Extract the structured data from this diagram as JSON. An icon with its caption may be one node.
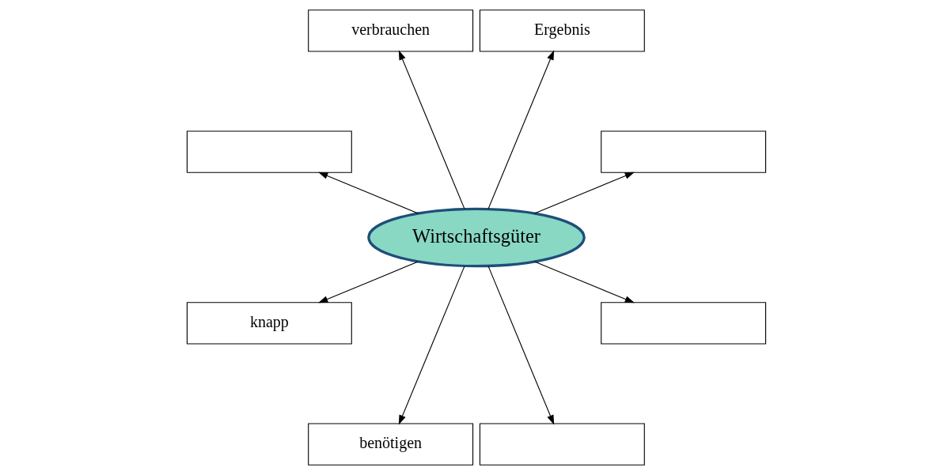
{
  "diagram": {
    "nodes": [
      {
        "text": [],
        "shape": "box"
      },
      {
        "text": [
          "Ergebnis"
        ]
      },
      {
        "text": [
          "verbrauchen"
        ]
      },
      {
        "text": [],
        "shape": "box"
      },
      {
        "text": [
          "Wirtschaftsgüter"
        ]
      },
      {
        "text": [
          "knapp"
        ]
      },
      {
        "text": [
          "benötigen"
        ]
      },
      {
        "text": [],
        "shape": "box"
      },
      {
        "text": [],
        "shape": "box"
      }
    ],
    "edges": [
      {
        "from": 4,
        "to": 0,
        "arrow": "to"
      },
      {
        "from": 4,
        "to": 1,
        "arrow": "to"
      },
      {
        "from": 4,
        "to": 2,
        "arrow": "to"
      },
      {
        "from": 4,
        "to": 3,
        "arrow": "to"
      },
      {
        "from": 4,
        "to": 5,
        "arrow": "to"
      },
      {
        "from": 4,
        "to": 6,
        "arrow": "to"
      },
      {
        "from": 4,
        "to": 7,
        "arrow": "to"
      },
      {
        "from": 4,
        "to": 8,
        "arrow": "to"
      }
    ]
  }
}
